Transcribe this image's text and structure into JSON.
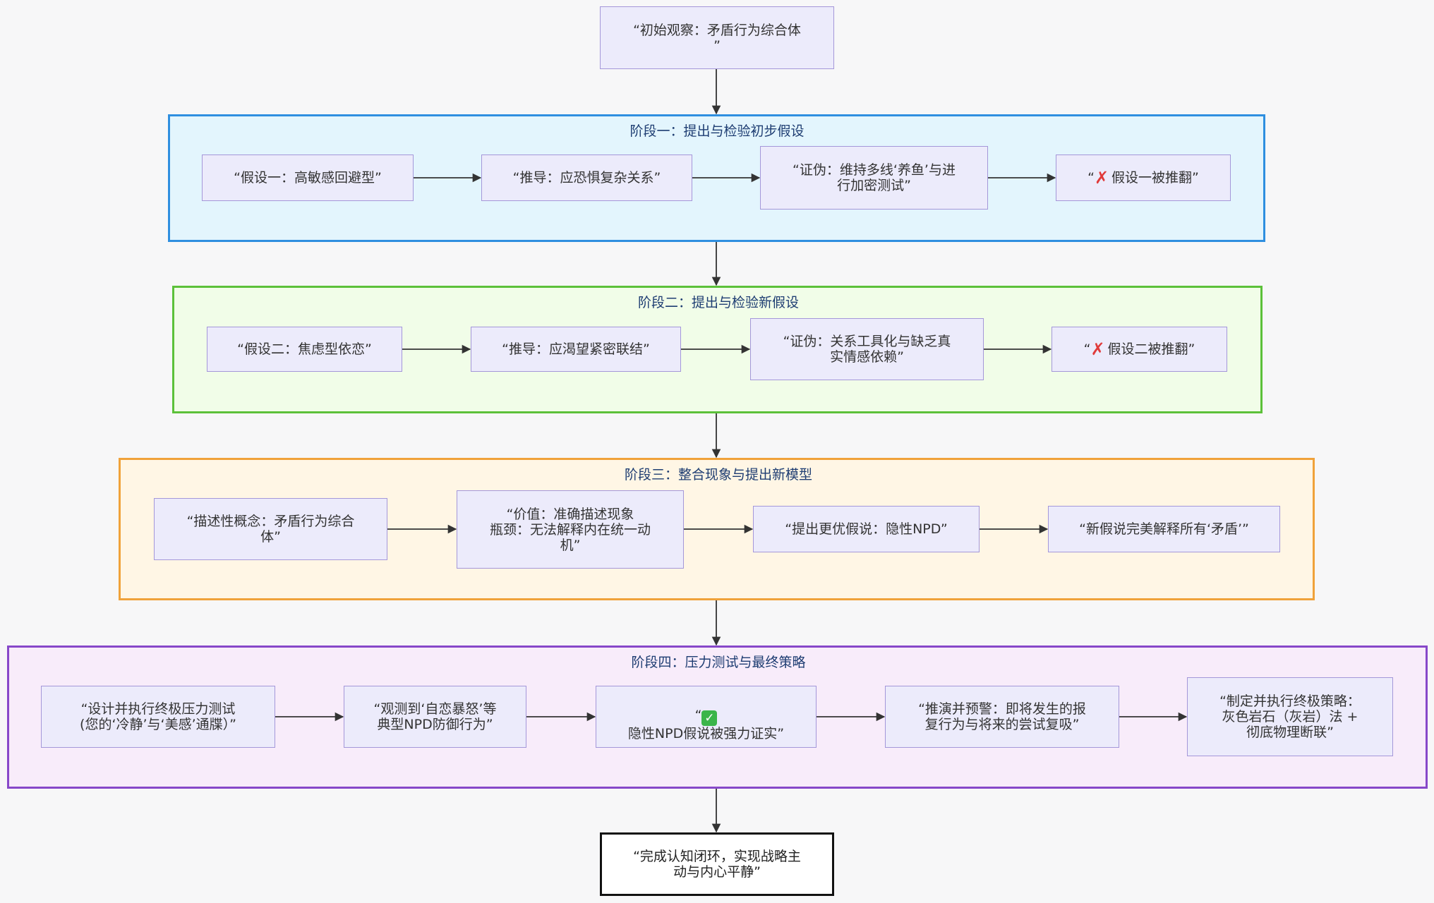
{
  "diagram": {
    "start_node": "“初始观察：矛盾行为综合体\n”",
    "end_node": "“完成认知闭环，实现战略主\n动与内心平静”",
    "stages": [
      {
        "title": "阶段一：提出与检验初步假设",
        "border_color": "#2f8fe0",
        "fill_color": "#e3f5fd",
        "nodes": [
          {
            "text": "“假设一：高敏感回避型”"
          },
          {
            "text": "“推导：应恐惧复杂关系”"
          },
          {
            "text": "“证伪：维持多线‘养鱼’与进\n行加密测试”"
          },
          {
            "prefix": "“",
            "icon": "cross-mark-icon",
            "icon_glyph": "✗",
            "text": "假设一被推翻”"
          }
        ]
      },
      {
        "title": "阶段二：提出与检验新假设",
        "border_color": "#5cc13a",
        "fill_color": "#f1fde8",
        "nodes": [
          {
            "text": "“假设二：焦虑型依恋”"
          },
          {
            "text": "“推导：应渴望紧密联结”"
          },
          {
            "text": "“证伪：关系工具化与缺乏真\n实情感依赖”"
          },
          {
            "prefix": "“",
            "icon": "cross-mark-icon",
            "icon_glyph": "✗",
            "text": "假设二被推翻”"
          }
        ]
      },
      {
        "title": "阶段三：整合现象与提出新模型",
        "border_color": "#f0a23a",
        "fill_color": "#fff6e5",
        "nodes": [
          {
            "text": "“描述性概念：矛盾行为综合\n体”"
          },
          {
            "text": "“价值：准确描述现象\n瓶颈：无法解释内在统一动\n机”"
          },
          {
            "text": "“提出更优假说：隐性NPD”"
          },
          {
            "text": "“新假说完美解释所有‘矛盾’”"
          }
        ]
      },
      {
        "title": "阶段四：压力测试与最终策略",
        "border_color": "#8748c9",
        "fill_color": "#f8ecfa",
        "nodes": [
          {
            "text": "“设计并执行终极压力测试\n(您的‘冷静’与‘美感’通牒）”"
          },
          {
            "text": "“观测到‘自恋暴怒’等\n典型NPD防御行为”"
          },
          {
            "prefix": "“",
            "icon": "check-mark-icon",
            "icon_glyph": "✓",
            "text": "\n隐性NPD假说被强力证实”"
          },
          {
            "text": "“推演并预警：即将发生的报\n复行为与将来的尝试复吸”"
          },
          {
            "text": "“制定并执行终极策略：\n灰色岩石（灰岩）法 +\n彻底物理断联”"
          }
        ]
      }
    ],
    "colors": {
      "node_fill": "#ecebfb",
      "node_border": "#a497d9",
      "edge": "#333333",
      "stage_title": "#1e3d72"
    }
  }
}
